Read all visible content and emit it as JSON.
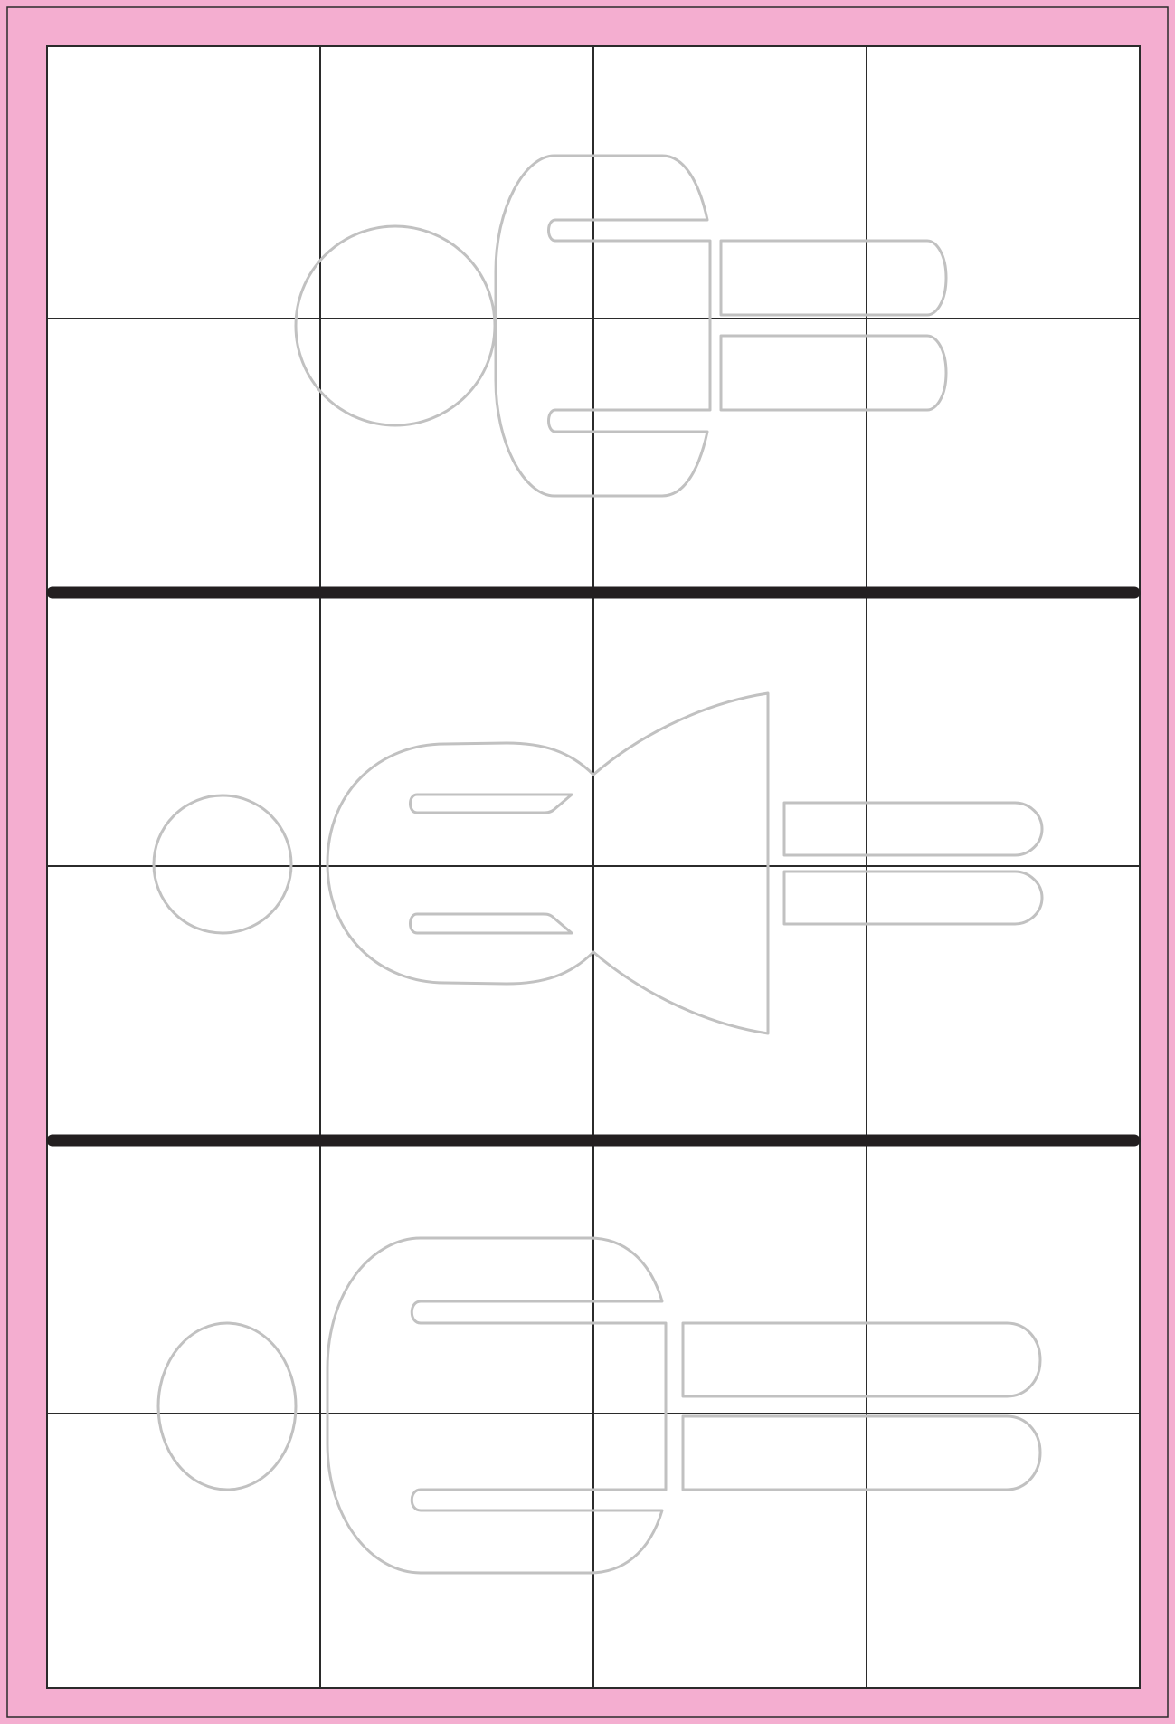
{
  "sheet": {
    "border_color": "#f4aed0",
    "frame_color": "#2b2b2b",
    "divider_color": "#231f20",
    "outline_color": "#c1c1c1",
    "background_color": "#ffffff"
  },
  "grid": {
    "columns": 4,
    "rows": 6,
    "panels": 3
  },
  "figures": [
    {
      "panel": 1,
      "name": "figure-1",
      "parts": [
        "head-circle",
        "torso",
        "arm",
        "arm",
        "leg",
        "leg"
      ]
    },
    {
      "panel": 2,
      "name": "figure-2",
      "parts": [
        "head-circle",
        "dress-body",
        "arm",
        "arm",
        "leg",
        "leg"
      ]
    },
    {
      "panel": 3,
      "name": "figure-3",
      "parts": [
        "head-oval",
        "torso",
        "arm",
        "arm",
        "leg",
        "leg"
      ]
    }
  ]
}
